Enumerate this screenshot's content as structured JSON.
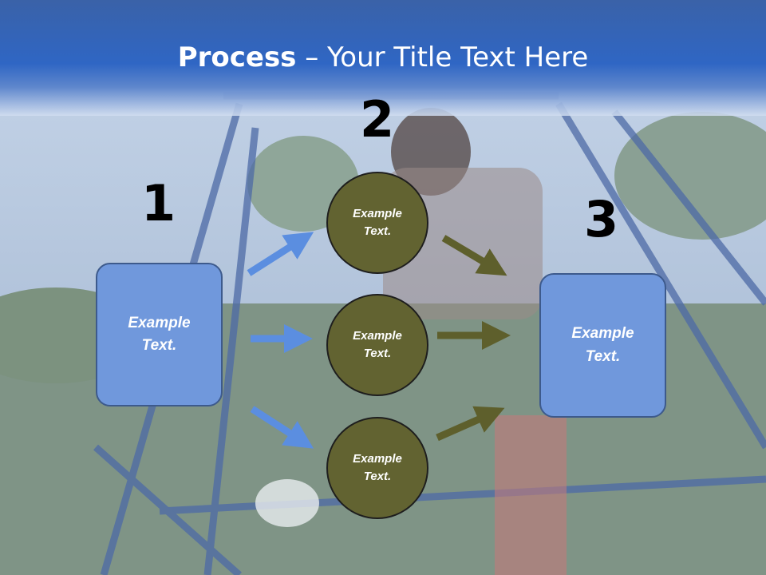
{
  "title": {
    "bold": "Process",
    "rest": " – Your Title Text Here"
  },
  "steps": {
    "one": "1",
    "two": "2",
    "three": "3"
  },
  "left_box": {
    "line1": "Example",
    "line2": "Text."
  },
  "right_box": {
    "line1": "Example",
    "line2": "Text."
  },
  "circles": [
    {
      "line1": "Example",
      "line2": "Text."
    },
    {
      "line1": "Example",
      "line2": "Text."
    },
    {
      "line1": "Example",
      "line2": "Text."
    }
  ],
  "colors": {
    "title_bar": "#2f66c4",
    "box_fill": "#7098dc",
    "circle_fill": "#626331",
    "blue_arrow": "#5b8ee0",
    "olive_arrow": "#5e5f2c"
  }
}
